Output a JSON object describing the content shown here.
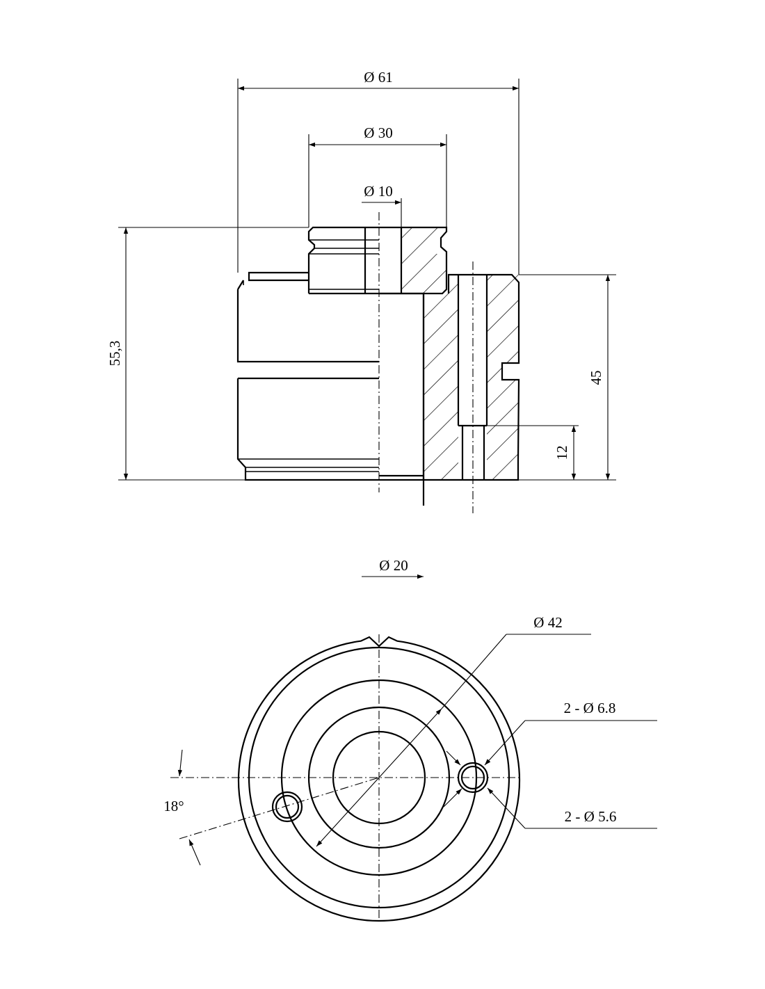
{
  "dimensions": {
    "dia_61": "Ø 61",
    "dia_30": "Ø 30",
    "dia_10": "Ø 10",
    "height_total": "55,3",
    "height_body": "45",
    "hole_depth": "12",
    "dia_20": "Ø 20",
    "dia_42": "Ø 42",
    "holes_outer": "2 - Ø 6.8",
    "holes_inner": "2 - Ø 5.6",
    "angle": "18°"
  }
}
